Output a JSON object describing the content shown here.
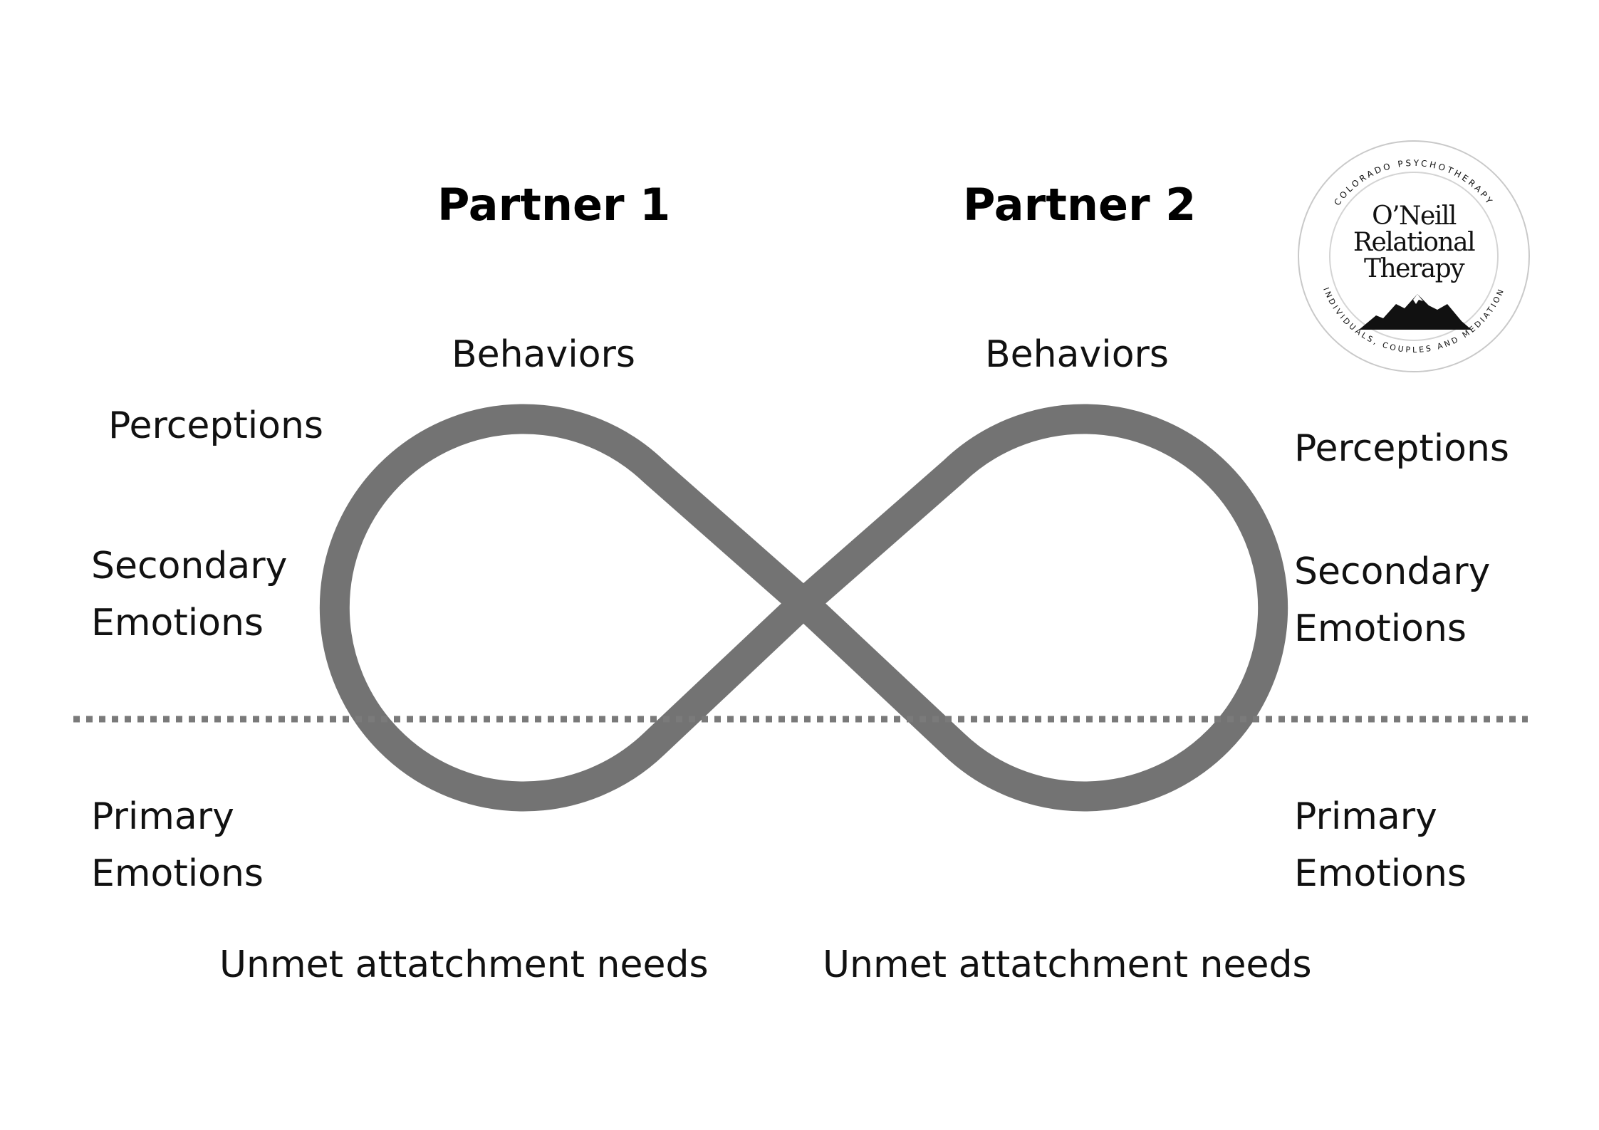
{
  "partners": {
    "left": "Partner 1",
    "right": "Partner 2"
  },
  "left": {
    "behaviors": "Behaviors",
    "perceptions": "Perceptions",
    "secondary_emotions": [
      "Secondary",
      "Emotions"
    ],
    "primary_emotions": [
      "Primary",
      "Emotions"
    ],
    "unmet_needs": "Unmet attatchment needs"
  },
  "right": {
    "behaviors": "Behaviors",
    "perceptions": "Perceptions",
    "secondary_emotions": [
      "Secondary",
      "Emotions"
    ],
    "primary_emotions": [
      "Primary",
      "Emotions"
    ],
    "unmet_needs": "Unmet attatchment needs"
  },
  "logo": {
    "ring_top": "COLORADO PSYCHOTHERAPY",
    "ring_bottom": "INDIVIDUALS, COUPLES AND MEDIATION",
    "name_line1": "O’Neill",
    "name_line2": "Relational",
    "name_line3": "Therapy"
  },
  "colors": {
    "loop": "#737373",
    "divider": "#7a7a7a",
    "text": "#111111"
  }
}
